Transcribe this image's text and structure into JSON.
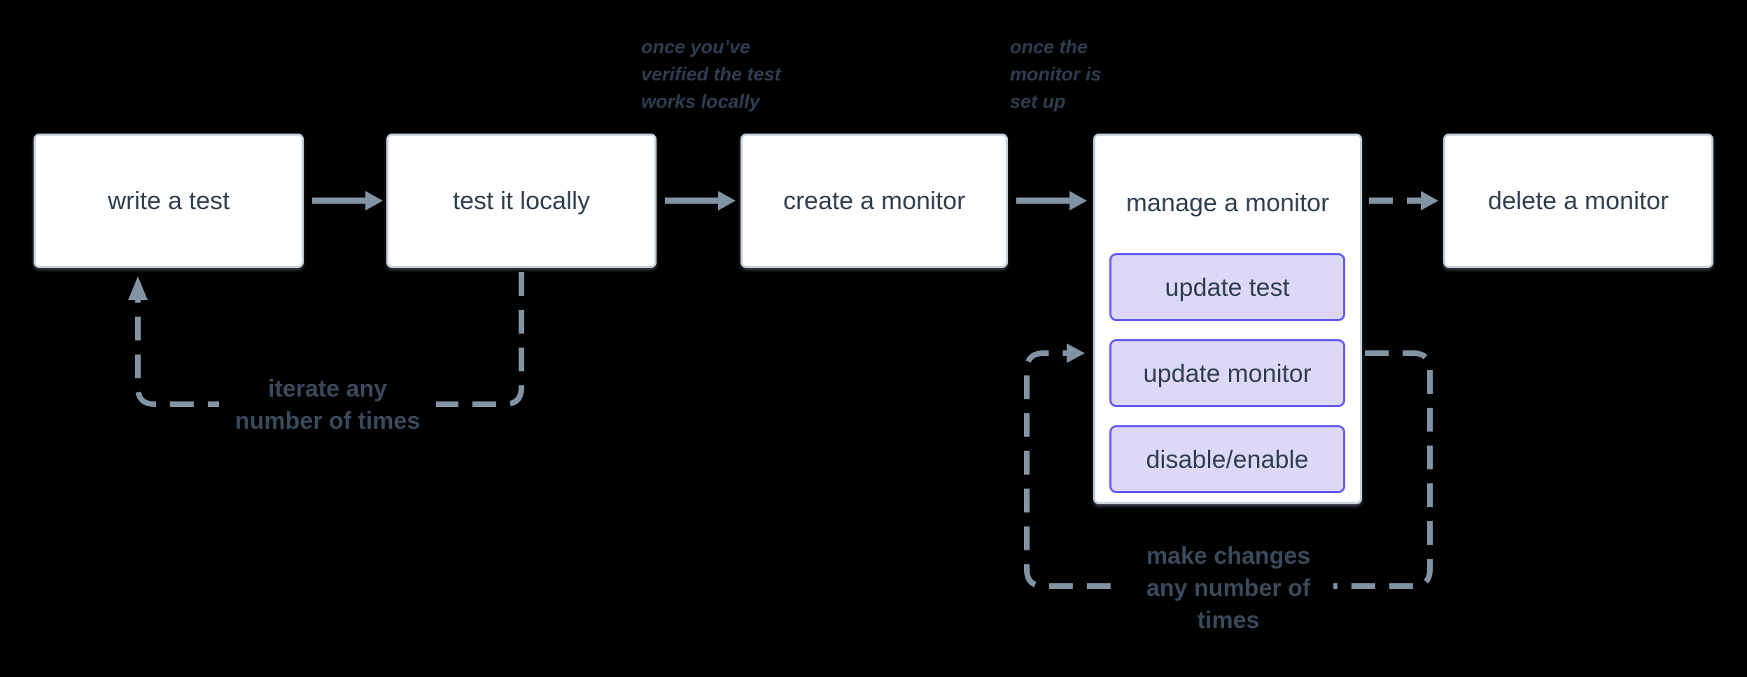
{
  "canvas": {
    "background": "#000000"
  },
  "colors": {
    "arrow": "#8294a4",
    "box_fill": "#ffffff",
    "box_border": "#c6d1db",
    "box_text": "#304050",
    "accent_border": "#655cf0",
    "accent_fill": "#ddd8f8",
    "loop_label_text": "#3a4a5c",
    "annotation_text": "#2e3d51"
  },
  "nodes": [
    {
      "id": "write-test",
      "label": "write a test"
    },
    {
      "id": "test-locally",
      "label": "test it locally"
    },
    {
      "id": "create-monitor",
      "label": "create a monitor"
    },
    {
      "id": "manage-monitor",
      "label": "manage a monitor",
      "children": [
        {
          "label": "update test"
        },
        {
          "label": "update monitor"
        },
        {
          "label": "disable/enable"
        }
      ]
    },
    {
      "id": "delete-monitor",
      "label": "delete a monitor"
    }
  ],
  "annotations": {
    "verified": {
      "lines": [
        "once you’ve",
        "verified the test",
        "works locally"
      ]
    },
    "setup": {
      "lines": [
        "once the",
        "monitor is",
        "set up"
      ]
    }
  },
  "loops": {
    "iterate": {
      "lines": [
        "iterate any",
        "number of times"
      ]
    },
    "make_changes": {
      "lines": [
        "make changes",
        "any number of",
        "times"
      ]
    }
  },
  "connections": [
    {
      "from": "write a test",
      "to": "test it locally",
      "style": "solid"
    },
    {
      "from": "test it locally",
      "to": "create a monitor",
      "style": "solid",
      "note": "once you’ve verified the test works locally"
    },
    {
      "from": "create a monitor",
      "to": "manage a monitor",
      "style": "solid",
      "note": "once the monitor is set up"
    },
    {
      "from": "manage a monitor",
      "to": "delete a monitor",
      "style": "dashed"
    },
    {
      "from": "test it locally",
      "to": "write a test",
      "style": "dashed-loop",
      "note": "iterate any number of times"
    },
    {
      "from": "manage a monitor",
      "to": "manage a monitor",
      "style": "dashed-loop",
      "note": "make changes any number of times"
    }
  ]
}
